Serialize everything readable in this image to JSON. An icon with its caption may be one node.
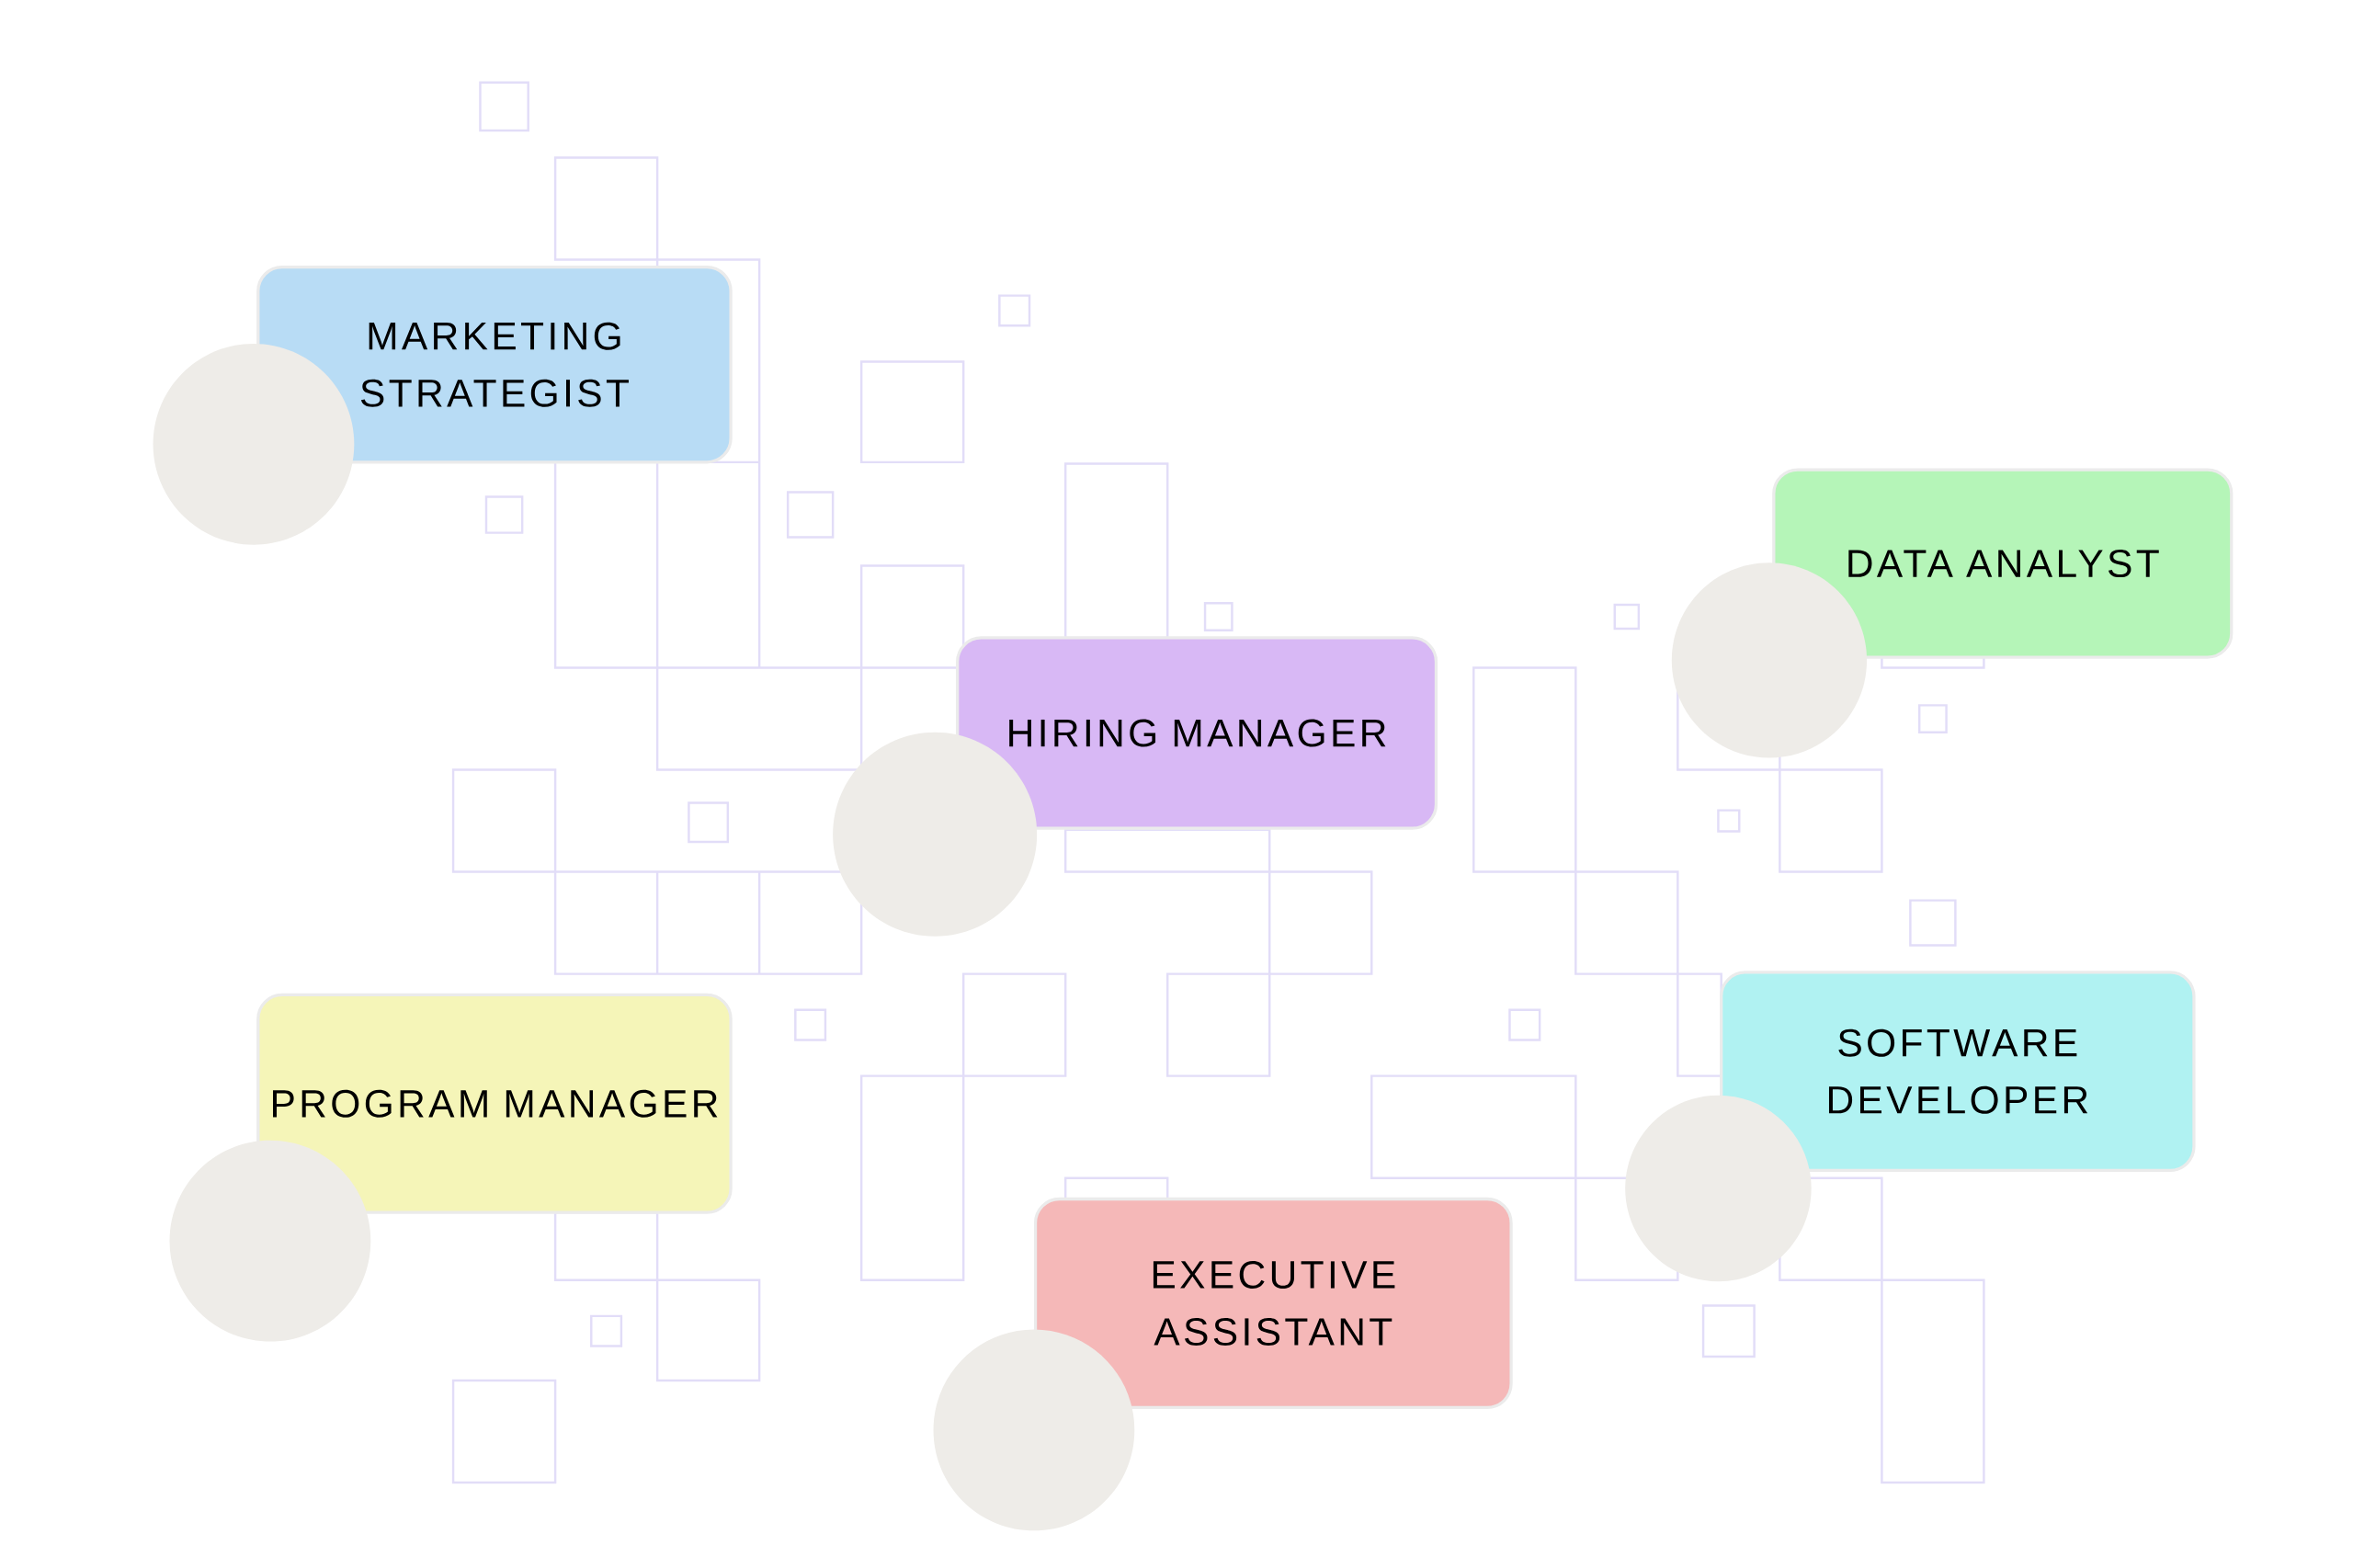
{
  "diagram": {
    "nodes": [
      {
        "text": [
          "MARKETING STRATEGIST"
        ]
      },
      {
        "text": [
          "DATA ANALYST"
        ]
      },
      {
        "text": [
          "HIRING MANAGER"
        ]
      },
      {
        "text": [
          "PROGRAM MANAGER"
        ]
      },
      {
        "text": [
          "SOFTWARE DEVELOPER"
        ]
      },
      {
        "text": [
          "EXECUTIVE ASSISTANT"
        ]
      }
    ]
  }
}
